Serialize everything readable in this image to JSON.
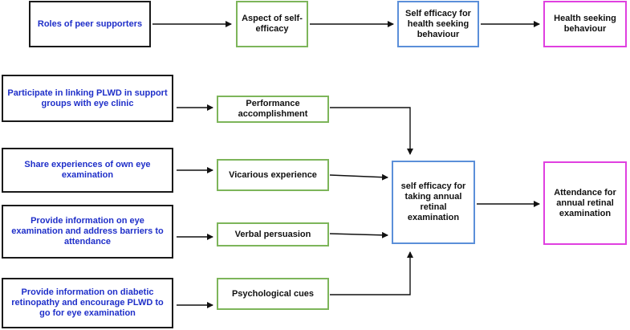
{
  "colors": {
    "black_border": "#1a1a1a",
    "green_border": "#7db55a",
    "blue_border": "#5b8fd9",
    "pink_border": "#e040e0",
    "blue_text": "#1f2fc9",
    "arrow": "#111111"
  },
  "top_row": {
    "roles": "Roles of peer supporters",
    "aspect": "Aspect of self-efficacy",
    "self_efficacy_hsb": "Self efficacy for health seeking behaviour",
    "hsb": "Health seeking behaviour"
  },
  "peer_roles": [
    "Participate in linking PLWD in support groups with eye clinic",
    "Share experiences of own eye examination",
    "Provide information on eye examination and address barriers to attendance",
    "Provide information on diabetic retinopathy and encourage PLWD to go for eye examination"
  ],
  "efficacy_sources": [
    "Performance accomplishment",
    "Vicarious experience",
    "Verbal  persuasion",
    "Psychological cues"
  ],
  "self_efficacy_retinal": "self efficacy for taking annual retinal examination",
  "outcome": "Attendance for annual retinal examination"
}
